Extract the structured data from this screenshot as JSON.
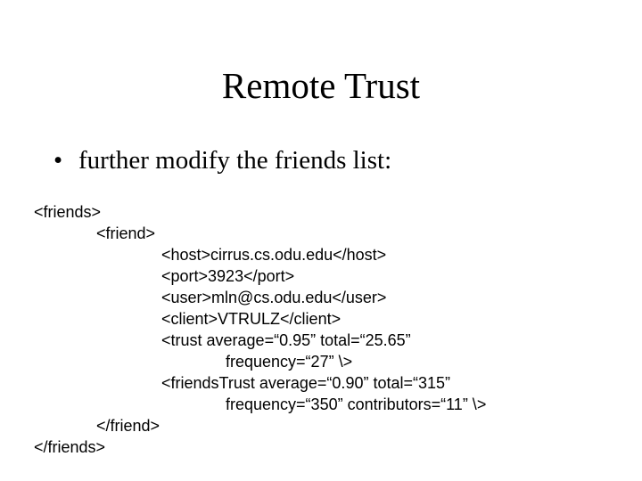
{
  "slide": {
    "title": "Remote Trust",
    "bullet": {
      "marker": "•",
      "text": "further modify the friends list:"
    },
    "code_lines": [
      "<friends>",
      "<friend>",
      "<host>cirrus.cs.odu.edu</host>",
      "<port>3923</port>",
      "<user>mln@cs.odu.edu</user>",
      "<client>VTRULZ</client>",
      "<trust average=“0.95” total=“25.65”",
      "frequency=“27” \\>",
      "<friendsTrust average=“0.90” total=“315”",
      "frequency=“350” contributors=“11” \\>",
      "</friend>",
      "</friends>"
    ]
  }
}
